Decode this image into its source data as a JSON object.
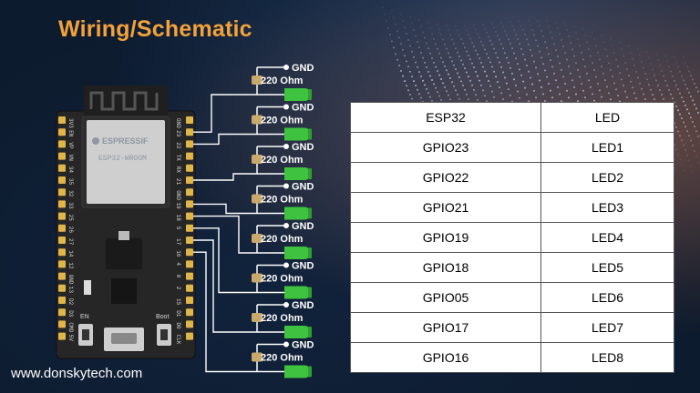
{
  "title": "Wiring/Schematic",
  "footer": "www.donskytech.com",
  "board": {
    "brand": "ESPRESSIF",
    "module": "ESP32-WROOM",
    "left_pins": [
      "3V3",
      "EN",
      "VP",
      "VN",
      "34",
      "35",
      "32",
      "33",
      "25",
      "26",
      "27",
      "14",
      "12",
      "GND",
      "13",
      "D2",
      "D3",
      "CMD",
      "5V"
    ],
    "right_pins": [
      "GND",
      "23",
      "22",
      "TX",
      "RX",
      "21",
      "GND",
      "19",
      "18",
      "5",
      "17",
      "16",
      "4",
      "0",
      "2",
      "15",
      "D1",
      "D0",
      "CLK"
    ],
    "en_label": "EN",
    "boot_label": "Boot"
  },
  "gnd_label": "GND",
  "resistor_label": "220 Ohm",
  "colors": {
    "title": "#f3a13a",
    "led": "#3fc23f",
    "wire": "#ffffff",
    "board": "#2a2a2a"
  },
  "table": {
    "headers": [
      "ESP32",
      "LED"
    ],
    "rows": [
      [
        "GPIO23",
        "LED1"
      ],
      [
        "GPIO22",
        "LED2"
      ],
      [
        "GPIO21",
        "LED3"
      ],
      [
        "GPIO19",
        "LED4"
      ],
      [
        "GPIO18",
        "LED5"
      ],
      [
        "GPIO05",
        "LED6"
      ],
      [
        "GPIO17",
        "LED7"
      ],
      [
        "GPIO16",
        "LED8"
      ]
    ]
  }
}
